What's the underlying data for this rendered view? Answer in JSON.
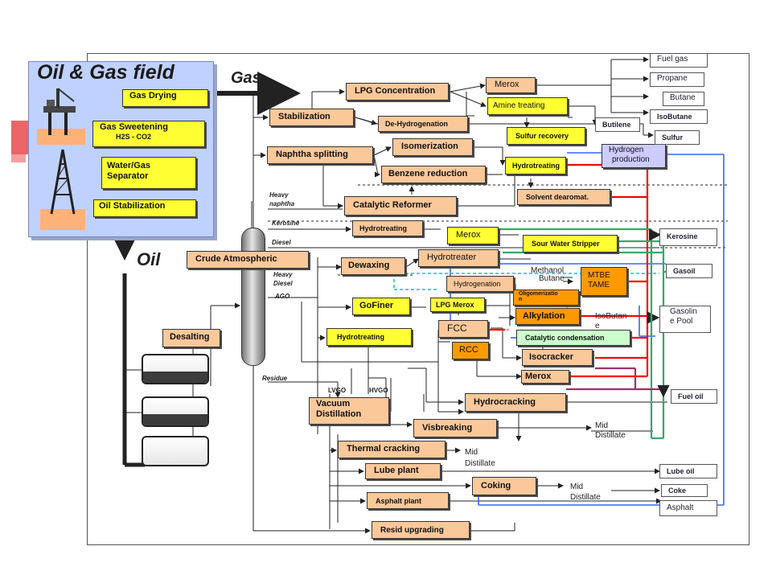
{
  "field": {
    "title": "Oil & Gas field",
    "gas_drying": "Gas Drying",
    "gas_sweetening": "Gas Sweetening",
    "gas_sweetening_sub": "H2S - CO2",
    "water_gas_separator_line1": "Water/Gas",
    "water_gas_separator_line2": "Separator",
    "oil_stabilization": "Oil Stabilization"
  },
  "flows": {
    "gas": "Gas",
    "oil": "Oil"
  },
  "units": {
    "lpg_concentration": "LPG Concentration",
    "stabilization": "Stabilization",
    "de_hydrogenation": "De-Hydrogenation",
    "isomerization": "Isomerization",
    "naphtha_splitting": "Naphtha splitting",
    "benzene_reduction": "Benzene reduction",
    "catalytic_reformer": "Catalytic Reformer",
    "hydrotreating_kerosine": "Hydrotreating",
    "merox_top": "Merox",
    "amine_treating": "Amine treating",
    "sulfur_recovery": "Sulfur recovery",
    "hydrotreating_top": "Hydrotreating",
    "solvent_dearomat": "Solvent dearomat.",
    "hydrogen_production_line1": "Hydrogen",
    "hydrogen_production_line2": "production",
    "merox_kerosine": "Merox",
    "sour_water_stripper": "Sour Water Stripper",
    "crude_atmospheric": "Crude Atmospheric",
    "dewaxing": "Dewaxing",
    "hydrotreater": "Hydrotreater",
    "hydrogenation": "Hydrogenation",
    "mtbe_tame_line1": "MTBE",
    "mtbe_tame_line2": "TAME",
    "gofiner": "GoFiner",
    "lpg_merox": "LPG Merox",
    "oligomerization_line1": "Oligomerizatio",
    "oligomerization_line2": "n",
    "alkylation": "Alkylation",
    "desalting": "Desalting",
    "hydrotreating_ago": "Hydrotreating",
    "fcc": "FCC",
    "catalytic_condensation": "Catalytic condensation",
    "rcc": "RCC",
    "isocracker": "Isocracker",
    "merox_bottom": "Merox",
    "hydrocracking": "Hydrocracking",
    "vacuum_distillation_line1": "Vacuum",
    "vacuum_distillation_line2": "Distillation",
    "visbreaking": "Visbreaking",
    "thermal_cracking": "Thermal cracking",
    "lube_plant": "Lube plant",
    "coking": "Coking",
    "asphalt_plant": "Asphalt plant",
    "resid_upgrading": "Resid upgrading"
  },
  "products": {
    "fuel_gas": "Fuel gas",
    "propane": "Propane",
    "butane": "Butane",
    "isobutane": "IsoButane",
    "butilene": "Butilene",
    "sulfur": "Sulfur",
    "kerosine": "Kerosine",
    "gasoil": "Gasoil",
    "gasoline_pool_line1": "Gasolin",
    "gasoline_pool_line2": "e Pool",
    "fuel_oil": "Fuel oil",
    "lube_oil": "Lube oil",
    "coke": "Coke",
    "asphalt": "Asphalt"
  },
  "stream_labels": {
    "heavy_naphtha_line1": "Heavy",
    "heavy_naphtha_line2": "naphtha",
    "kerosine": "Kerosine",
    "diesel": "Diesel",
    "heavy_diesel_line1": "Heavy",
    "heavy_diesel_line2": "Diesel",
    "ago": "AGO",
    "residue": "Residue",
    "lvgo": "LVGO",
    "hvgo": "HVGO"
  },
  "notes": {
    "methanol": "Methanol",
    "butane": "Butane",
    "isobutane_line1": "IsoButan",
    "isobutane_line2": "e",
    "mid_distillate_1_line1": "Mid",
    "mid_distillate_1_line2": "Distillate",
    "mid_distillate_2_line1": "Mid",
    "mid_distillate_2_line2": "Distillate",
    "mid_distillate_3_line1": "Mid",
    "mid_distillate_3_line2": "Distillate"
  },
  "colors": {
    "process_peach": "#fbc89a",
    "process_yellow": "#ffff33",
    "process_green": "#ccffcc",
    "process_orange": "#ff9900",
    "field_panel": "#bfd1ff",
    "line_red": "#ff0000",
    "line_green": "#33aa66",
    "line_blue": "#3366ff",
    "line_purple": "#993366",
    "line_teal": "#33cccc"
  }
}
